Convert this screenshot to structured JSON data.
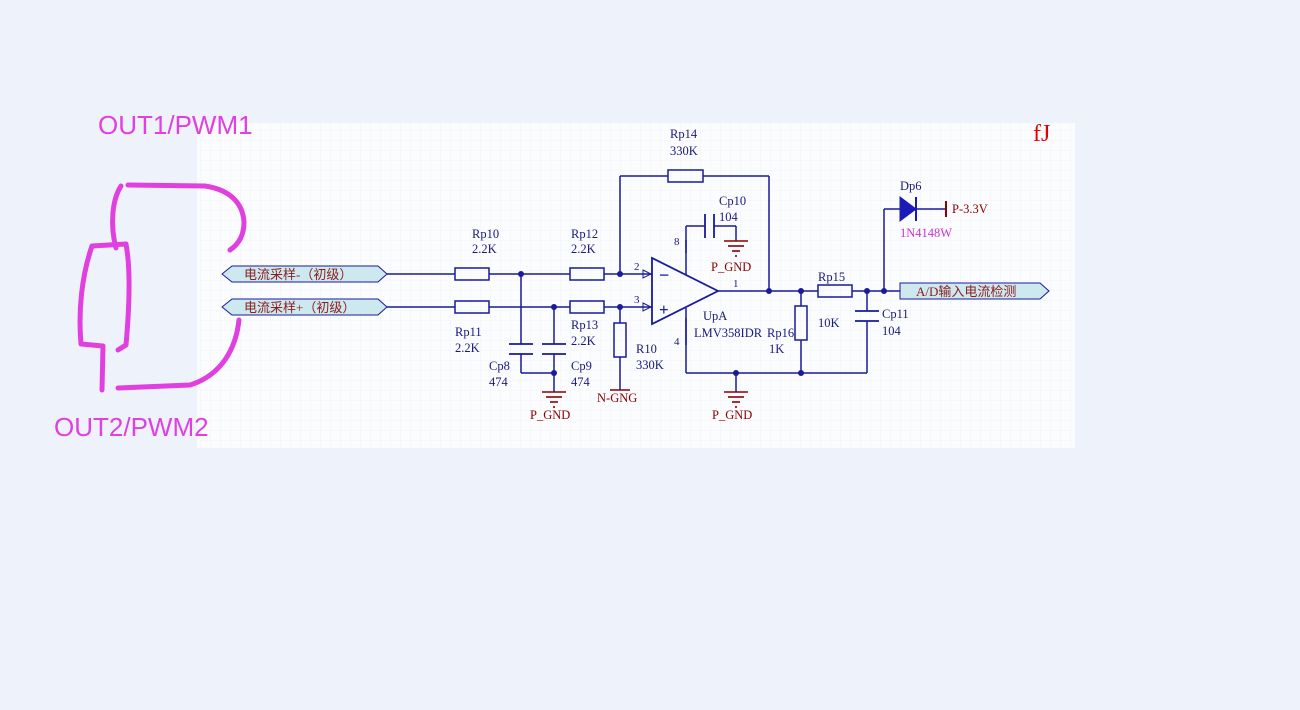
{
  "annotations": {
    "out1": "OUT1/PWM1",
    "out2": "OUT2/PWM2",
    "corner_mark": "fJ"
  },
  "ports": {
    "sense_minus": "电流采样-（初级）",
    "sense_plus": "电流采样+（初级）",
    "adc_out": "A/D输入电流检测"
  },
  "components": {
    "rp10": {
      "ref": "Rp10",
      "value": "2.2K"
    },
    "rp11": {
      "ref": "Rp11",
      "value": "2.2K"
    },
    "rp12": {
      "ref": "Rp12",
      "value": "2.2K"
    },
    "rp13": {
      "ref": "Rp13",
      "value": "2.2K"
    },
    "rp14": {
      "ref": "Rp14",
      "value": "330K"
    },
    "rp15": {
      "ref": "Rp15",
      "value": "10K"
    },
    "rp16": {
      "ref": "Rp16",
      "value": "1K"
    },
    "r10": {
      "ref": "R10",
      "value": "330K"
    },
    "cp8": {
      "ref": "Cp8",
      "value": "474"
    },
    "cp9": {
      "ref": "Cp9",
      "value": "474"
    },
    "cp10": {
      "ref": "Cp10",
      "value": "104"
    },
    "cp11": {
      "ref": "Cp11",
      "value": "104"
    },
    "dp6": {
      "ref": "Dp6",
      "value": "1N4148W"
    },
    "upa": {
      "ref": "UpA",
      "value": "LMV358IDR"
    }
  },
  "pins": {
    "p1": "1",
    "p2": "2",
    "p3": "3",
    "p4": "4",
    "p8": "8",
    "minus": "−",
    "plus": "+"
  },
  "nets": {
    "pgnd": "P_GND",
    "ngnd": "N-GNG",
    "supply": "P-3.3V"
  },
  "colors": {
    "wire": "#1a1a9a",
    "component": "#1a1a9a",
    "label": "#1a1a7a",
    "power": "#8b0000",
    "highlight": "#e040e0",
    "mark": "#e00000",
    "port_fill": "#cde8ee",
    "paper": "#fbfcfe",
    "grid": "#e7ebf3"
  }
}
